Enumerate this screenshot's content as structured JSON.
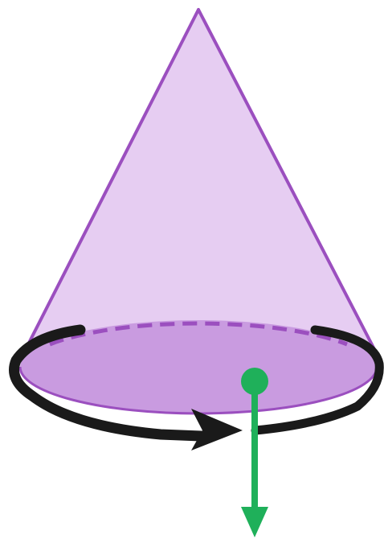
{
  "diagram": {
    "colors": {
      "cone_fill": "#e6cdf2",
      "cone_edge": "#9b4fbf",
      "base_fill": "#c99be0",
      "rotation_arrow": "#1a1a1a",
      "vector_arrow": "#1fb05a",
      "background": "#ffffff"
    },
    "elements": [
      {
        "name": "cone",
        "icon": "cone-shape"
      },
      {
        "name": "cone-base",
        "icon": "ellipse-disc"
      },
      {
        "name": "rotation-arrow",
        "icon": "circular-arrow-icon",
        "direction": "counterclockwise-from-viewer-above"
      },
      {
        "name": "vector-arrow",
        "icon": "down-arrow-icon",
        "direction": "down"
      }
    ]
  }
}
